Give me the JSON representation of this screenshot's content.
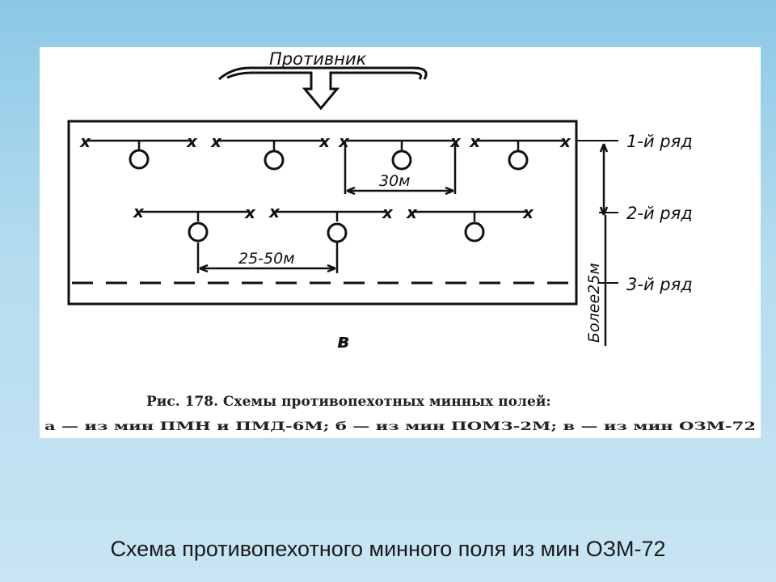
{
  "diagram": {
    "enemy_label": "Противник",
    "row_labels": [
      "1-й ряд",
      "2-й ряд",
      "3-й ряд"
    ],
    "distance_label_row1": "30м",
    "distance_label_row2": "25-50м",
    "depth_label": "Более25м",
    "figure_letter": "в"
  },
  "figure_caption": {
    "line1": "Рис. 178. Схемы противопехотных минных полей:",
    "line2": "а — из мин ПМН и ПМД-6М; б — из мин ПОМЗ-2М; в — из мин ОЗМ-72"
  },
  "slide_caption": "Схема противопехотного минного поля из мин ОЗМ-72"
}
